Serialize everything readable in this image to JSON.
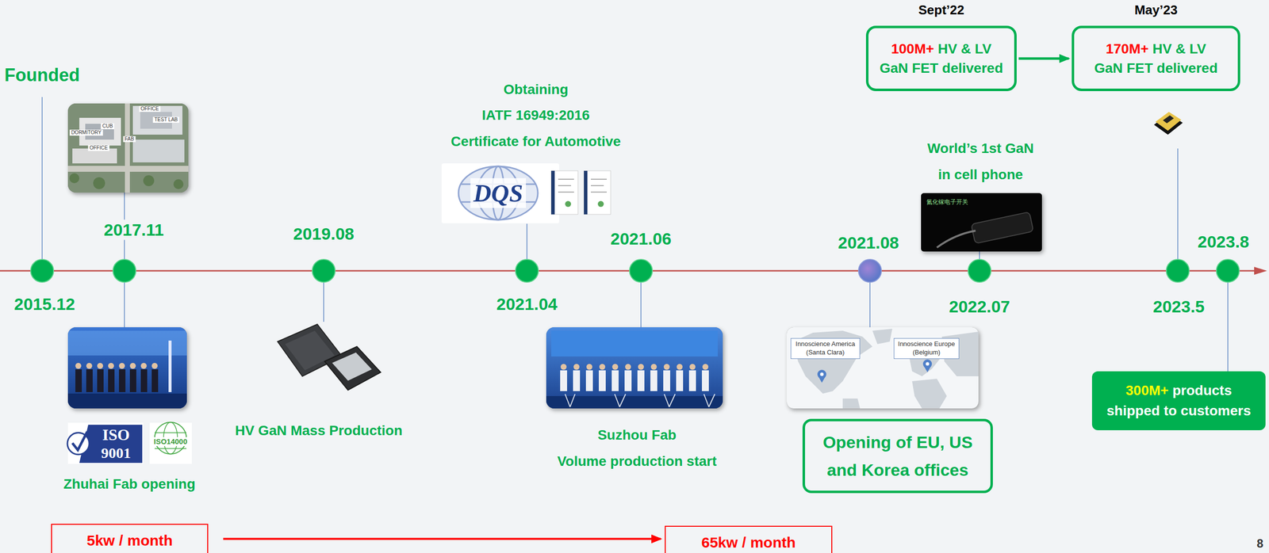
{
  "diagram": {
    "nodes": [
      {
        "text": [
          "Sept’22",
          "100M+",
          "HV & LV GaN FET delivered"
        ]
      },
      {
        "text": [
          "May’23",
          "170M+",
          "HV & LV GaN FET delivered"
        ]
      },
      {
        "text": [
          "Innoscience America (Santa Clara)"
        ]
      },
      {
        "text": [
          "Innoscience Europe (Belgium)"
        ]
      },
      {
        "text": [
          "Opening of EU, US and Korea offices"
        ]
      },
      {
        "text": [
          "300M+",
          "products shipped to customers"
        ]
      },
      {
        "text": [
          "5kw / month"
        ]
      },
      {
        "text": [
          "65kw / month"
        ]
      }
    ],
    "edges": [
      {
        "from": 0,
        "to": 1,
        "arrow": "to"
      },
      {
        "from": 6,
        "to": 7,
        "arrow": "to"
      }
    ],
    "labels": [
      "Founded",
      "2015.12",
      "2017.11",
      "OFFICE",
      "TEST LAB",
      "CUB",
      "DORMITORY",
      "FAB",
      "OFFICE",
      "ISO",
      "9001",
      "ISO14000",
      "Zhuhai Fab opening",
      "2019.08",
      "HV GaN Mass Production",
      "Obtaining",
      "IATF 16949:2016",
      "Certificate for Automotive",
      "DQS",
      "2021.04",
      "2021.06",
      "Suzhou Fab",
      "Volume production start",
      "2021.08",
      "World’s 1st GaN",
      "in cell phone",
      "氮化镓电子开关",
      "2022.07",
      "2023.5",
      "2023.8",
      "8"
    ]
  }
}
